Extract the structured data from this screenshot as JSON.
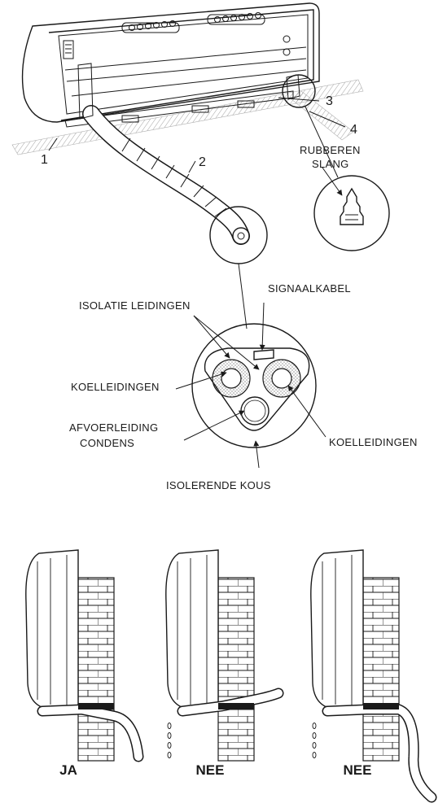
{
  "callouts": {
    "n1": "1",
    "n2": "2",
    "n3": "3",
    "n4": "4",
    "rubber_hose": [
      "RUBBEREN",
      "SLANG"
    ],
    "signal_cable": "SIGNAALKABEL",
    "pipe_insulation": "ISOLATIE LEIDINGEN",
    "refrigerant_left": "KOELLEIDINGEN",
    "drain": [
      "AFVOERLEIDING",
      "CONDENS"
    ],
    "refrigerant_right": "KOELLEIDINGEN",
    "insulating_sleeve": "ISOLERENDE KOUS"
  },
  "comparison": [
    {
      "verdict": "JA",
      "slope": "down-outward",
      "leaks": false
    },
    {
      "verdict": "NEE",
      "slope": "up-outward",
      "leaks": true
    },
    {
      "verdict": "NEE",
      "slope": "loop-down",
      "leaks": true
    }
  ]
}
